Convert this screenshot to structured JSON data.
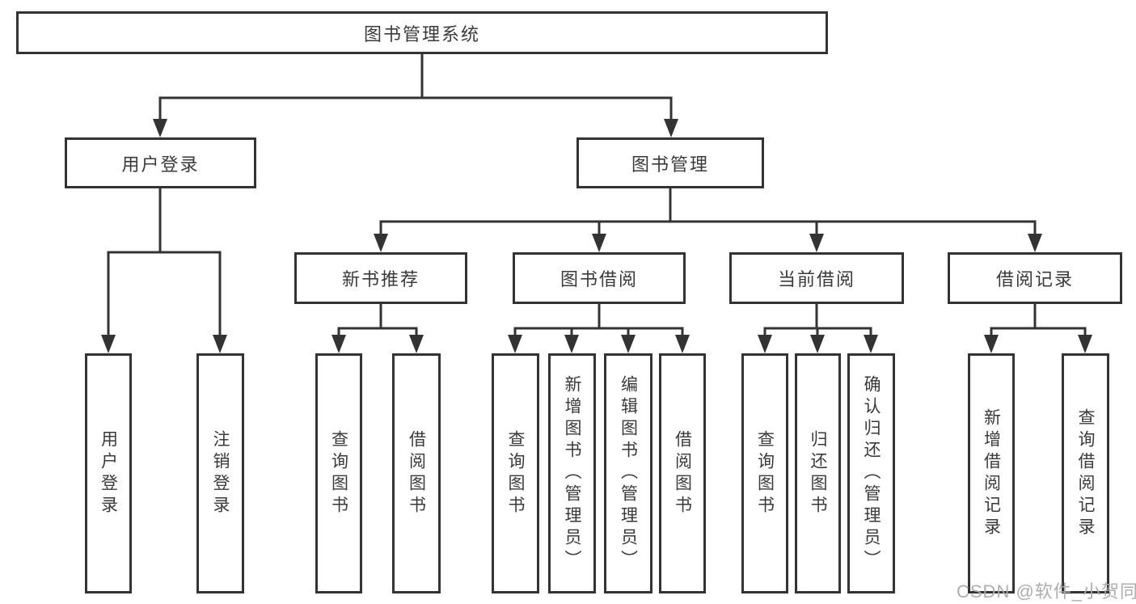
{
  "title": "图书管理系统",
  "watermark": "CSDN @软件_小贺同学",
  "branches": {
    "user_login": {
      "label": "用户登录",
      "children": [
        "用户登录",
        "注销登录"
      ]
    },
    "book_mgmt": {
      "label": "图书管理",
      "sections": [
        {
          "label": "新书推荐",
          "children": [
            "查询图书",
            "借阅图书"
          ]
        },
        {
          "label": "图书借阅",
          "children": [
            "查询图书",
            "新增图书（管理员）",
            "编辑图书（管理员）",
            "借阅图书"
          ]
        },
        {
          "label": "当前借阅",
          "children": [
            "查询图书",
            "归还图书",
            "确认归还（管理员）"
          ]
        },
        {
          "label": "借阅记录",
          "children": [
            "新增借阅记录",
            "查询借阅记录"
          ]
        }
      ]
    }
  }
}
